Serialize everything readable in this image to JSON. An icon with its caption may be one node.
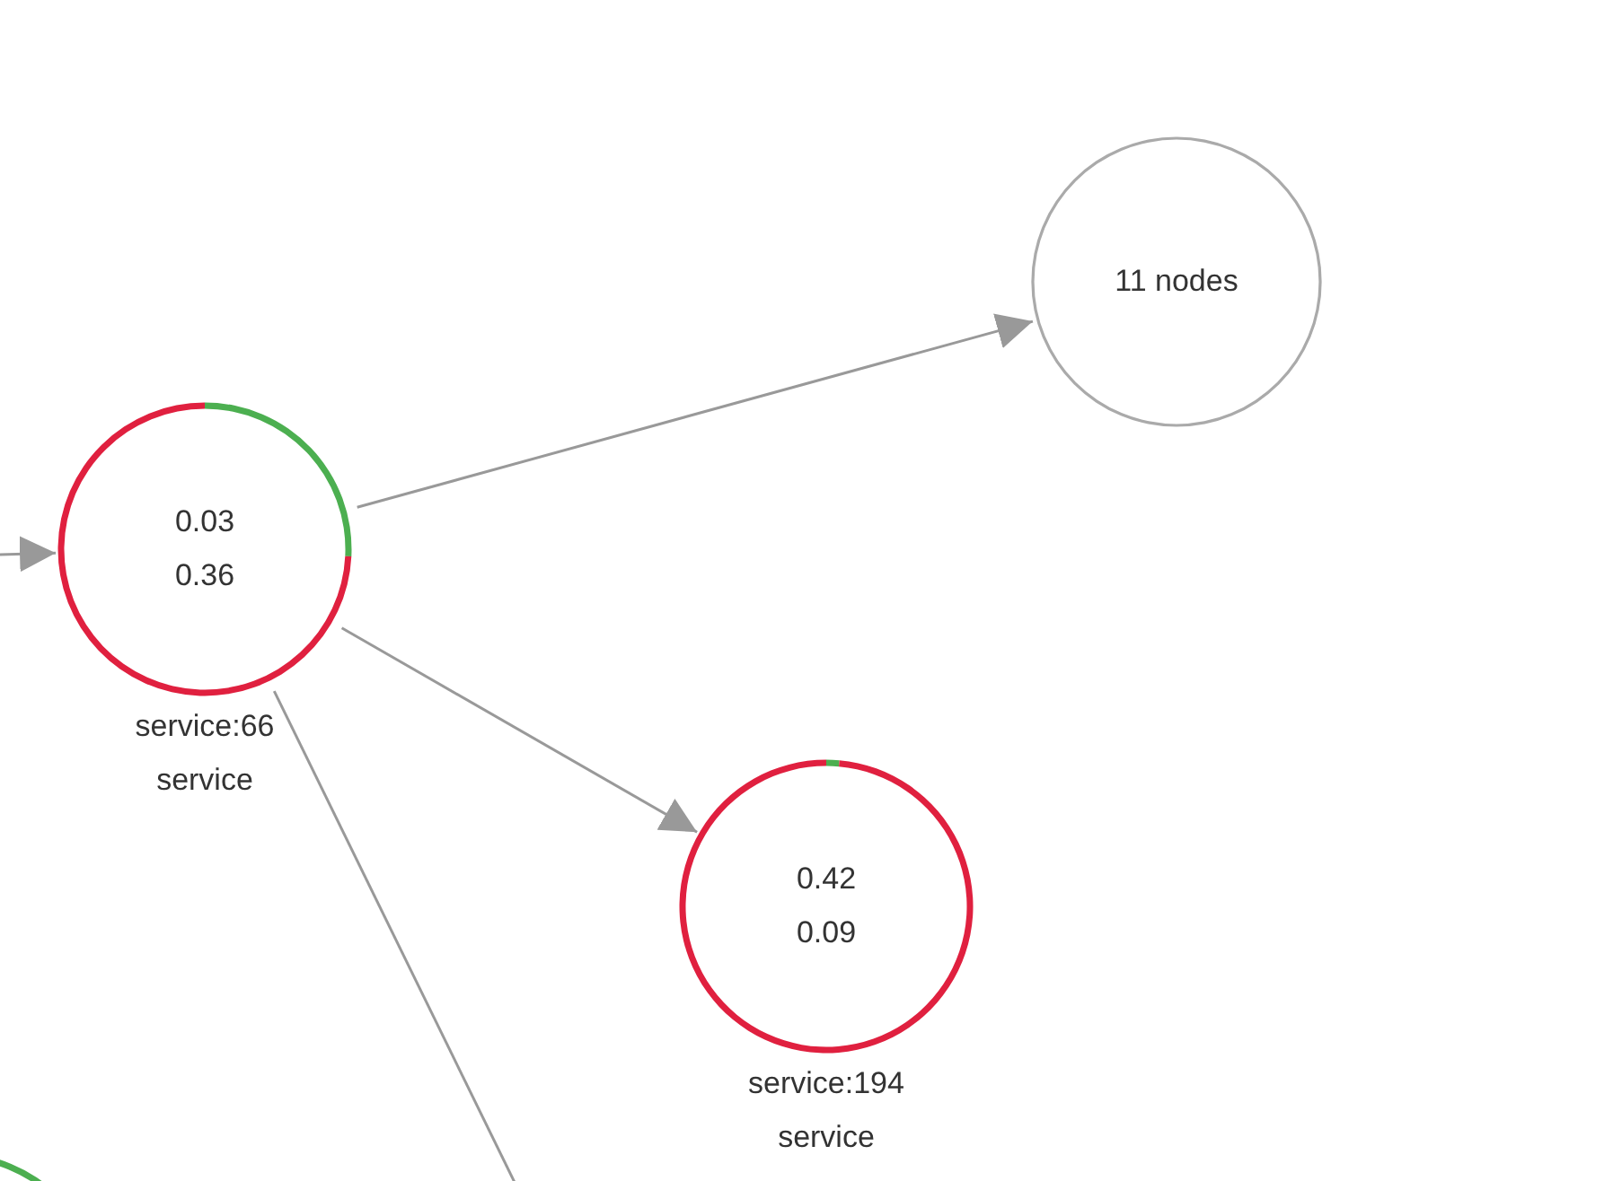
{
  "diagram": {
    "nodes": [
      {
        "text": [
          "0.03",
          "0.36"
        ],
        "beside": [
          "service:66",
          "service"
        ]
      },
      {
        "text": [
          "11 nodes"
        ]
      },
      {
        "text": [
          "0.42",
          "0.09"
        ],
        "beside": [
          "service:194",
          "service"
        ]
      },
      {
        "text": [],
        "shape": "circle"
      }
    ],
    "edges": [
      {
        "from": null,
        "to": 0,
        "arrow": "to"
      },
      {
        "from": 0,
        "to": 1,
        "arrow": "to"
      },
      {
        "from": 0,
        "to": 2,
        "arrow": "to"
      },
      {
        "from": 0,
        "to": null,
        "arrow": "none"
      }
    ]
  }
}
